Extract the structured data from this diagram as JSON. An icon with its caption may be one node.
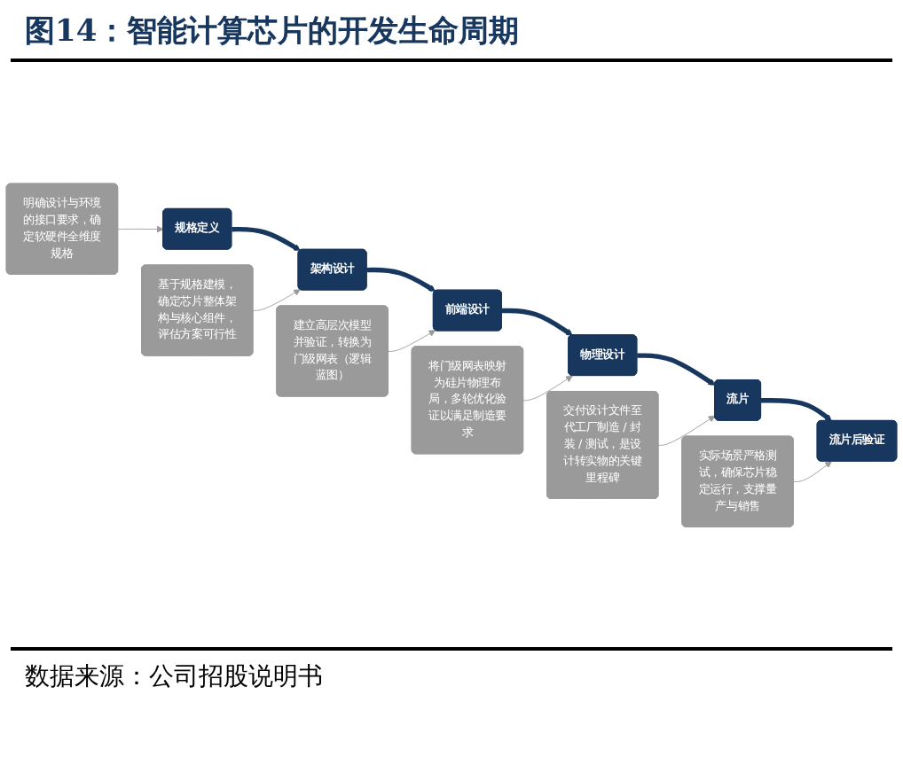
{
  "diagram": {
    "title": "图14：智能计算芯片的开发生命周期",
    "caption": "数据来源：公司招股说明书",
    "nodes": [
      {
        "text": [
          "基于规格建模，确定芯片整体架构与核心组件，评估方案可行性"
        ]
      },
      {
        "text": [
          "将门级网表映射为硅片物理布局，多轮优化验证以满足制造要求"
        ]
      },
      {
        "text": [
          "实际场景严格测试，确保芯片稳定运行，支撑量产与销售"
        ]
      },
      {
        "text": [
          "规格定义"
        ]
      },
      {
        "text": [
          "架构设计"
        ]
      },
      {
        "text": [
          "前端设计"
        ]
      },
      {
        "text": [
          "物理设计"
        ]
      },
      {
        "text": [
          "流片"
        ]
      },
      {
        "text": [
          "流片后验证"
        ]
      },
      {
        "text": [
          "明确设计与环境的接口要求，确定软硬件全维度规格"
        ]
      },
      {
        "text": [
          "建立高层次模型并验证，转换为门级网表（逻辑蓝图）"
        ]
      },
      {
        "text": [
          "交付设计文件至代工厂制造 / 封装 / 测试，是设计转实物的关键里程碑"
        ]
      }
    ],
    "edges": [
      {
        "from": 3,
        "to": 4,
        "arrow": "to",
        "style": "thick",
        "color": "#17375e"
      },
      {
        "from": 4,
        "to": 5,
        "arrow": "to",
        "style": "thick",
        "color": "#17375e"
      },
      {
        "from": 5,
        "to": 6,
        "arrow": "to",
        "style": "thick",
        "color": "#17375e"
      },
      {
        "from": 6,
        "to": 7,
        "arrow": "to",
        "style": "thick",
        "color": "#17375e"
      },
      {
        "from": 7,
        "to": 8,
        "arrow": "to",
        "style": "thick",
        "color": "#17375e"
      },
      {
        "from": 0,
        "to": 4,
        "arrow": "to"
      },
      {
        "from": 1,
        "to": 6,
        "arrow": "to"
      },
      {
        "from": 2,
        "to": 8,
        "arrow": "to"
      },
      {
        "from": 9,
        "to": 3,
        "arrow": "to"
      },
      {
        "from": 10,
        "to": 5,
        "arrow": "to"
      },
      {
        "from": 11,
        "to": 7,
        "arrow": "to"
      }
    ]
  }
}
